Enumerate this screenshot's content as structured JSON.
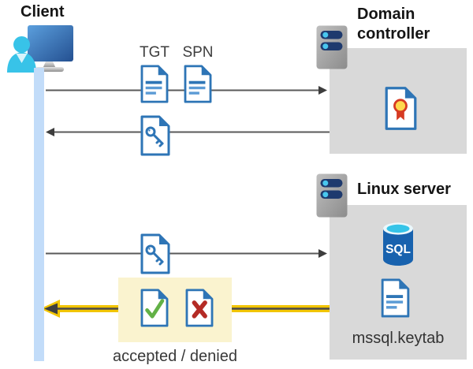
{
  "client": {
    "label": "Client"
  },
  "flow": {
    "tgt_label": "TGT",
    "spn_label": "SPN",
    "result_label": "accepted / denied"
  },
  "domain_controller": {
    "title": "Domain controller"
  },
  "linux_server": {
    "title": "Linux server",
    "sql_badge": "SQL",
    "keytab_label": "mssql.keytab"
  },
  "icons": [
    "client-user-computer-icon",
    "server-icon",
    "tgt-document-icon",
    "spn-document-icon",
    "key-document-icon",
    "certificate-document-icon",
    "sql-database-icon",
    "accepted-document-icon",
    "denied-document-icon",
    "keytab-document-icon"
  ],
  "colors": {
    "doc_blue": "#2e75b6",
    "doc_line_blue": "#5b9bd5",
    "box_gray": "#d9d9d9",
    "highlight_yellow_box": "#faf3cf",
    "highlight_yellow_arrow": "#f2c500",
    "arrow_gray": "#595959",
    "check_green": "#62b146",
    "deny_red": "#b42b25",
    "sql_blue": "#1862ae",
    "cyan_accent": "#38c3e8",
    "timeline_blue": "#c2dcf9",
    "server_pill_navy": "#1e3a6e"
  }
}
